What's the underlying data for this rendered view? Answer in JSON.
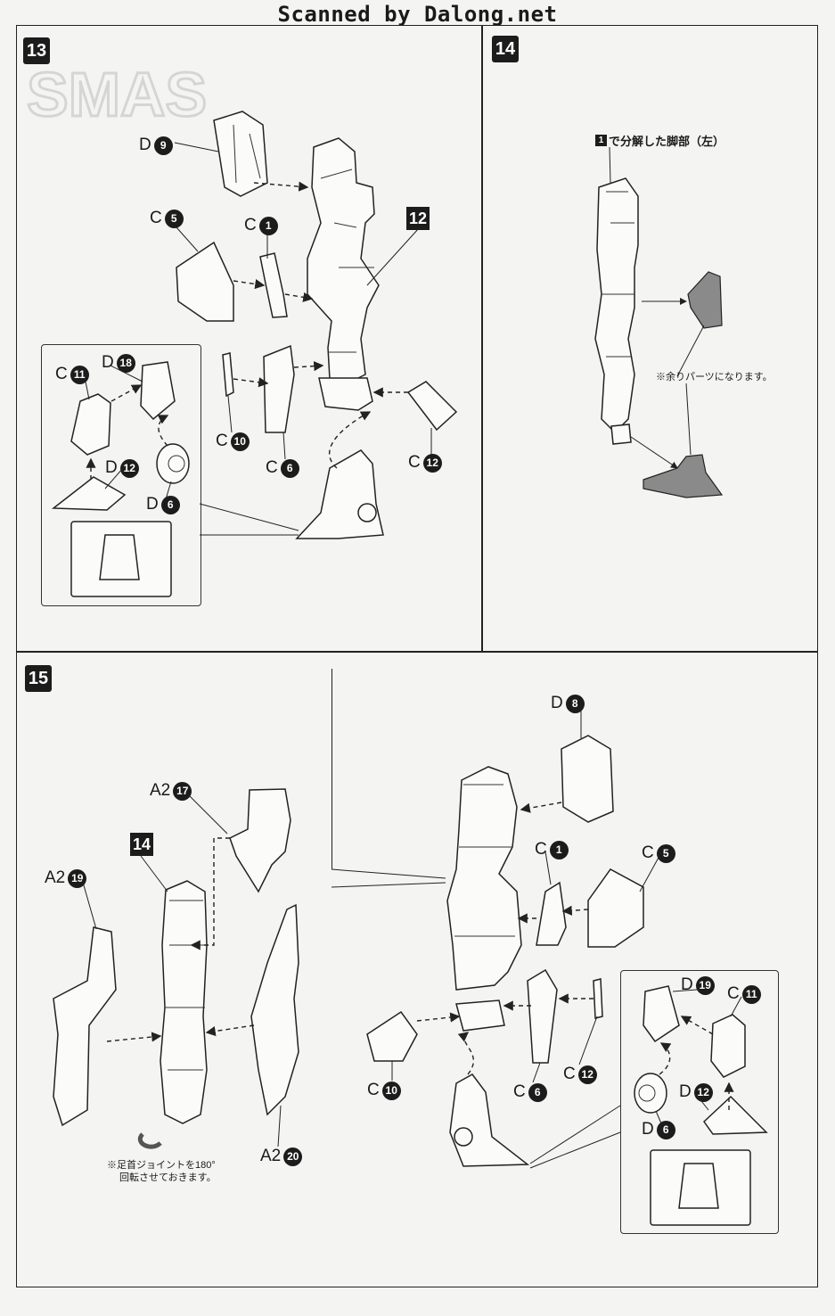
{
  "header": {
    "scan_credit": "Scanned by Dalong.net"
  },
  "steps": {
    "s13": {
      "number": "13"
    },
    "s14": {
      "number": "14"
    },
    "s15": {
      "number": "15"
    }
  },
  "step13": {
    "assembly_tag": "12",
    "labels": {
      "d9": {
        "letter": "D",
        "num": "9"
      },
      "c5": {
        "letter": "C",
        "num": "5"
      },
      "c1": {
        "letter": "C",
        "num": "1"
      },
      "d18": {
        "letter": "D",
        "num": "18"
      },
      "c11": {
        "letter": "C",
        "num": "11"
      },
      "c10": {
        "letter": "C",
        "num": "10"
      },
      "c6": {
        "letter": "C",
        "num": "6"
      },
      "c12": {
        "letter": "C",
        "num": "12"
      },
      "d12": {
        "letter": "D",
        "num": "12"
      },
      "d6": {
        "letter": "D",
        "num": "6"
      }
    }
  },
  "step14": {
    "title_tag": "1",
    "title_text": "で分解した脚部（左）",
    "note": "※余りパーツになります。"
  },
  "step15": {
    "assembly_tag": "14",
    "labels": {
      "a2_17": {
        "letter": "A2",
        "num": "17"
      },
      "a2_19": {
        "letter": "A2",
        "num": "19"
      },
      "a2_20": {
        "letter": "A2",
        "num": "20"
      },
      "d8": {
        "letter": "D",
        "num": "8"
      },
      "c1": {
        "letter": "C",
        "num": "1"
      },
      "c5": {
        "letter": "C",
        "num": "5"
      },
      "d19": {
        "letter": "D",
        "num": "19"
      },
      "c11": {
        "letter": "C",
        "num": "11"
      },
      "c10": {
        "letter": "C",
        "num": "10"
      },
      "c6": {
        "letter": "C",
        "num": "6"
      },
      "c12": {
        "letter": "C",
        "num": "12"
      },
      "d12": {
        "letter": "D",
        "num": "12"
      },
      "d6": {
        "letter": "D",
        "num": "6"
      }
    },
    "note_line1": "※足首ジョイントを180°",
    "note_line2": "回転させておきます。"
  }
}
